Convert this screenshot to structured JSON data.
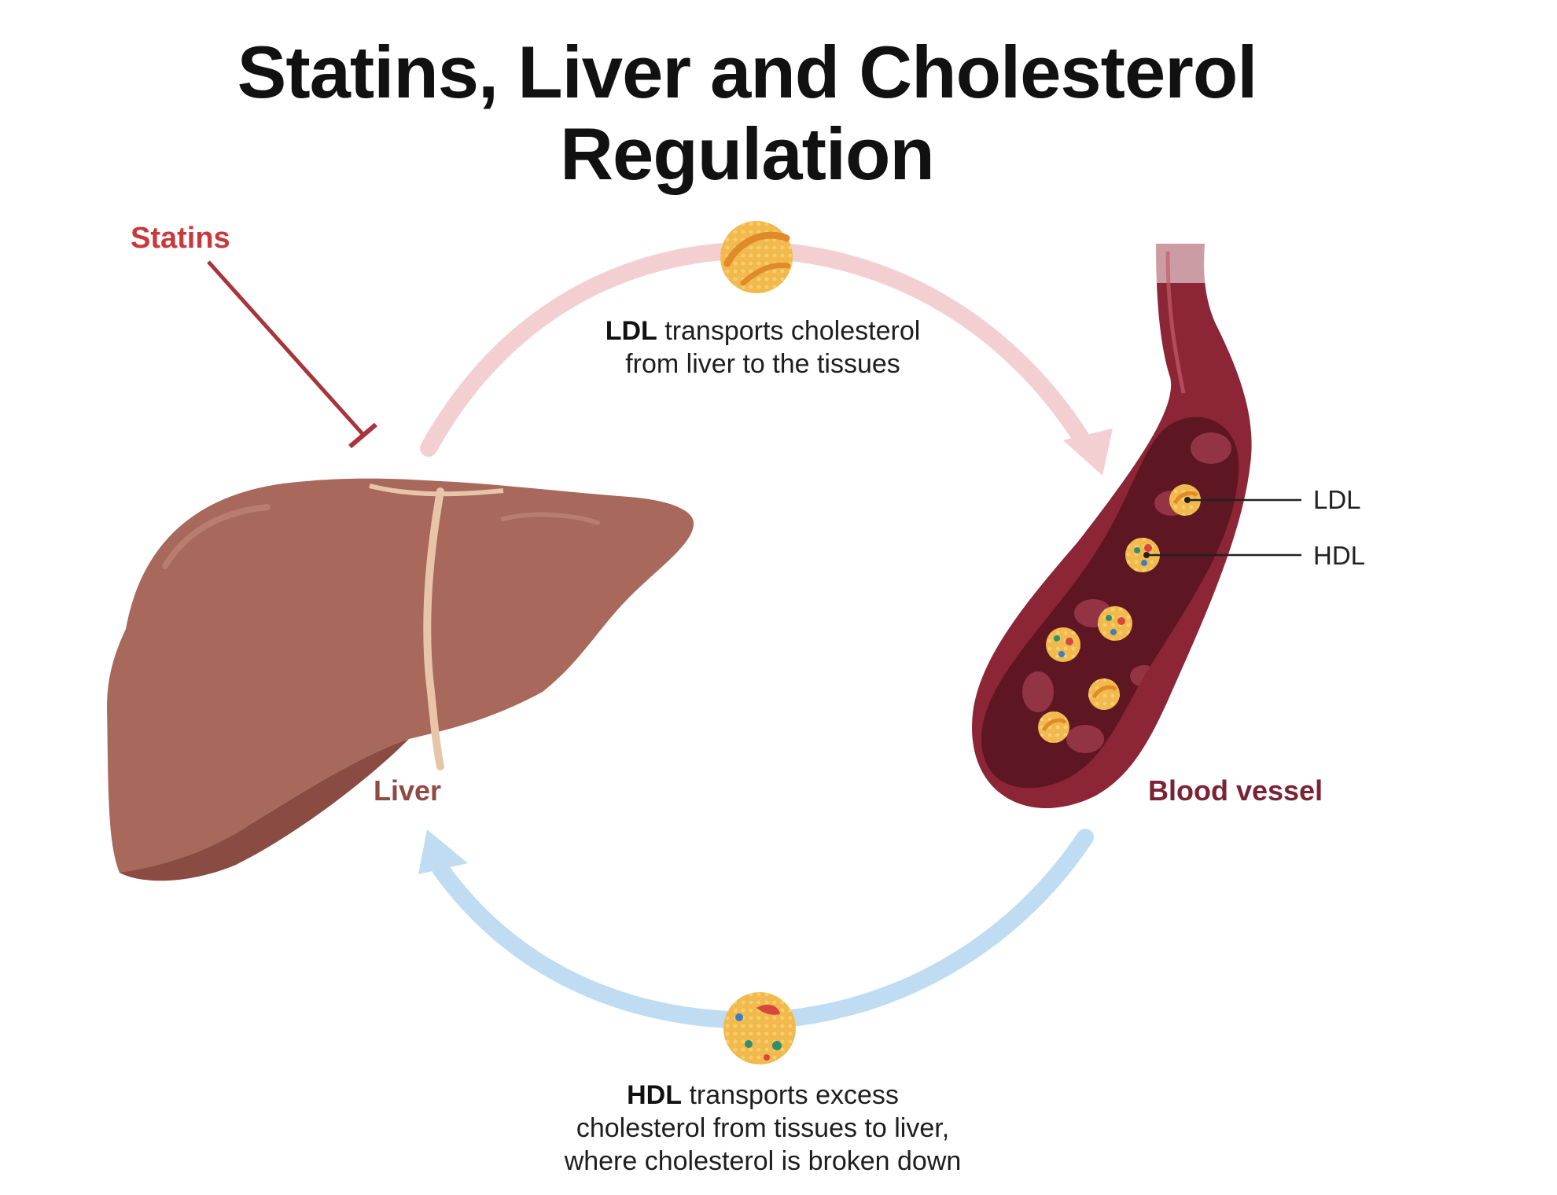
{
  "title": {
    "line1": "Statins, Liver and Cholesterol",
    "line2": "Regulation"
  },
  "labels": {
    "statins": "Statins",
    "liver": "Liver",
    "blood_vessel": "Blood vessel",
    "vessel_ldl": "LDL",
    "vessel_hdl": "HDL"
  },
  "captions": {
    "ldl": {
      "bold": "LDL",
      "rest": " transports cholesterol",
      "line2": "from liver to the tissues"
    },
    "hdl": {
      "bold": "HDL",
      "rest": " transports excess",
      "line2": "cholesterol from tissues to liver,",
      "line3": "where cholesterol is broken down"
    }
  },
  "colors": {
    "statins_text": "#c8393b",
    "statins_line": "#a8343c",
    "liver_text": "#8f4a44",
    "vessel_text": "#7a2334",
    "ldl_arrow": "#f4cfd2",
    "hdl_arrow": "#bfdcf2",
    "liver_fill": "#a8685c",
    "vessel_fill": "#8c2535",
    "particle_fill": "#f2b94c"
  },
  "icons": {
    "liver": "liver-organ-icon",
    "blood_vessel": "blood-vessel-icon",
    "ldl_particle": "ldl-particle-icon",
    "hdl_particle": "hdl-particle-icon",
    "inhibition": "inhibition-arrow-icon"
  }
}
